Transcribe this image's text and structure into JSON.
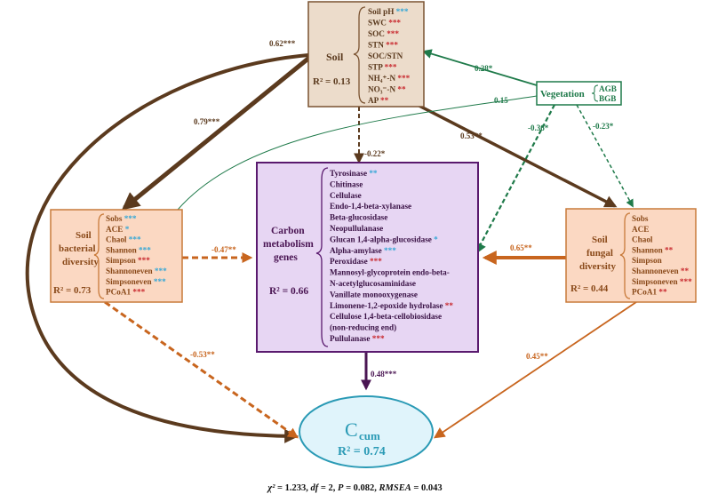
{
  "soil": {
    "title": "Soil",
    "r2": "R² = 0.13",
    "items": [
      {
        "name": "Soil pH",
        "sig": "***",
        "sig_color": "blue"
      },
      {
        "name": "SWC",
        "sig": "***",
        "sig_color": "red"
      },
      {
        "name": "SOC",
        "sig": "***",
        "sig_color": "red"
      },
      {
        "name": "STN",
        "sig": "***",
        "sig_color": "red"
      },
      {
        "name": "SOC/STN",
        "sig": "",
        "sig_color": "red"
      },
      {
        "name": "STP",
        "sig": "***",
        "sig_color": "red"
      },
      {
        "name": "NH₄⁺-N",
        "sig": "***",
        "sig_color": "red"
      },
      {
        "name": "NO₃⁻-N",
        "sig": "**",
        "sig_color": "red"
      },
      {
        "name": "AP",
        "sig": "**",
        "sig_color": "red"
      }
    ]
  },
  "vegetation": {
    "title": "Vegetation",
    "items": [
      "AGB",
      "BGB"
    ]
  },
  "bacterial": {
    "title_lines": [
      "Soil",
      "bacterial",
      "diversity"
    ],
    "r2": "R² = 0.73",
    "items": [
      {
        "name": "Sobs",
        "sig": "***",
        "sig_color": "blue"
      },
      {
        "name": "ACE",
        "sig": "*",
        "sig_color": "blue"
      },
      {
        "name": "Chaol",
        "sig": "***",
        "sig_color": "blue"
      },
      {
        "name": "Shannon",
        "sig": "***",
        "sig_color": "blue"
      },
      {
        "name": "Simpson",
        "sig": "***",
        "sig_color": "red"
      },
      {
        "name": "Shannoneven",
        "sig": "***",
        "sig_color": "blue"
      },
      {
        "name": "Simpsoneven",
        "sig": "***",
        "sig_color": "blue"
      },
      {
        "name": "PCoA1",
        "sig": "***",
        "sig_color": "red"
      }
    ]
  },
  "carbon": {
    "title_lines": [
      "Carbon",
      "metabolism",
      "genes"
    ],
    "r2": "R² = 0.66",
    "items": [
      {
        "name": "Tyrosinase",
        "sig": "**",
        "sig_color": "blue"
      },
      {
        "name": "Chitinase",
        "sig": "",
        "sig_color": "red"
      },
      {
        "name": "Cellulase",
        "sig": "",
        "sig_color": "red"
      },
      {
        "name": "Endo-1,4-beta-xylanase",
        "sig": "",
        "sig_color": "red"
      },
      {
        "name": "Beta-glucosidase",
        "sig": "",
        "sig_color": "red"
      },
      {
        "name": "Neopullulanase",
        "sig": "",
        "sig_color": "red"
      },
      {
        "name": "Glucan 1,4-alpha-glucosidase",
        "sig": "*",
        "sig_color": "blue"
      },
      {
        "name": "Alpha-amylase",
        "sig": "***",
        "sig_color": "blue"
      },
      {
        "name": "Peroxidase",
        "sig": "***",
        "sig_color": "red"
      },
      {
        "name": "Mannosyl-glycoprotein endo-beta-",
        "sig": "",
        "sig_color": "red"
      },
      {
        "name": "N-acetylglucosaminidase",
        "sig": "",
        "sig_color": "red"
      },
      {
        "name": "Vanillate monooxygenase",
        "sig": "",
        "sig_color": "red"
      },
      {
        "name": "Limonene-1,2-epoxide hydrolase",
        "sig": "**",
        "sig_color": "red"
      },
      {
        "name": "Cellulose 1,4-beta-cellobiosidase",
        "sig": "",
        "sig_color": "red"
      },
      {
        "name": "(non-reducing end)",
        "sig": "",
        "sig_color": "red"
      },
      {
        "name": "Pullulanase",
        "sig": "***",
        "sig_color": "red"
      }
    ]
  },
  "fungal": {
    "title_lines": [
      "Soil",
      "fungal",
      "diversity"
    ],
    "r2": "R² = 0.44",
    "items": [
      {
        "name": "Sobs",
        "sig": "",
        "sig_color": "red"
      },
      {
        "name": "ACE",
        "sig": "",
        "sig_color": "red"
      },
      {
        "name": "Chaol",
        "sig": "",
        "sig_color": "red"
      },
      {
        "name": "Shannon",
        "sig": "**",
        "sig_color": "red"
      },
      {
        "name": "Simpson",
        "sig": "",
        "sig_color": "red"
      },
      {
        "name": "Shannoneven",
        "sig": "**",
        "sig_color": "red"
      },
      {
        "name": "Simpsoneven",
        "sig": "***",
        "sig_color": "red"
      },
      {
        "name": "PCoA1",
        "sig": "**",
        "sig_color": "red"
      }
    ]
  },
  "ccum": {
    "symbol": "C",
    "subscript": "cum",
    "r2": "R² = 0.74"
  },
  "paths": {
    "soil_to_ccum": "0.62***",
    "soil_to_bacterial": "0.79***",
    "soil_to_carbon": "-0.22*",
    "soil_to_fungal": "0.53**",
    "veg_to_soil": "0.28*",
    "veg_to_bacterial": "0.15",
    "veg_to_carbon": "-0.36*",
    "veg_to_fungal": "-0.23*",
    "bacterial_to_carbon": "-0.47**",
    "fungal_to_carbon": "0.65**",
    "bacterial_to_ccum": "-0.53**",
    "carbon_to_ccum": "0.48***",
    "fungal_to_ccum": "0.45**"
  },
  "fit": {
    "chi_symbol": "χ²",
    "chi_value": "= 1.233,",
    "df_symbol": "df",
    "df_value": "= 2,",
    "p_symbol": "P",
    "p_value": "= 0.082,",
    "rmsea_symbol": "RMSEA",
    "rmsea_value": "= 0.043"
  },
  "colors": {
    "soil_fill": "#ecdccb",
    "soil_stroke": "#7a5230",
    "bacterial_fill": "#fbd8c2",
    "bacterial_stroke": "#c87a3a",
    "carbon_fill": "#e7d6f3",
    "carbon_stroke": "#5a1a6e",
    "ccum_fill": "#e0f4fb",
    "ccum_stroke": "#2a9ab5",
    "veg_stroke": "#1f7a4a",
    "brown": "#5b3a1e",
    "orange": "#c8651e",
    "green": "#1f7a4a",
    "purple": "#4a1553"
  }
}
